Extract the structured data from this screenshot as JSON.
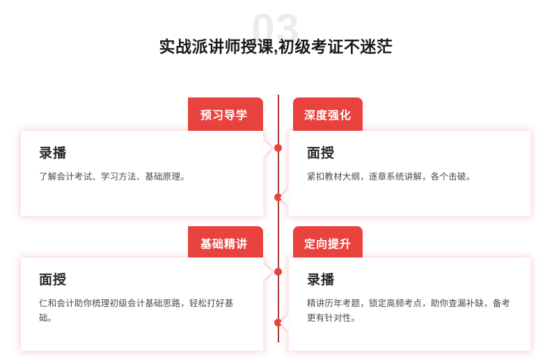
{
  "header": {
    "watermark": "03",
    "title": "实战派讲师授课,初级考证不迷茫"
  },
  "theme": {
    "accent": "#e8433f",
    "line": "#a63530",
    "title_color": "#1a1a1a",
    "watermark_color": "#ececec",
    "card_bg": "#ffffff"
  },
  "timeline": {
    "rows": [
      {
        "tab_left_label": "预习导学",
        "tab_right_label": "深度强化",
        "card_left": {
          "title": "录播",
          "desc": "了解会计考试、学习方法、基础原理。"
        },
        "card_right": {
          "title": "面授",
          "desc": "紧扣教材大纲，逐章系统讲解，各个击破。"
        }
      },
      {
        "tab_left_label": "基础精讲",
        "tab_right_label": "定向提升",
        "card_left": {
          "title": "面授",
          "desc": "仁和会计助你梳理初级会计基础思路，轻松打好基础。"
        },
        "card_right": {
          "title": "录播",
          "desc": "精讲历年考题，锁定高频考点，助你查漏补缺，备考更有针对性。"
        }
      }
    ]
  }
}
